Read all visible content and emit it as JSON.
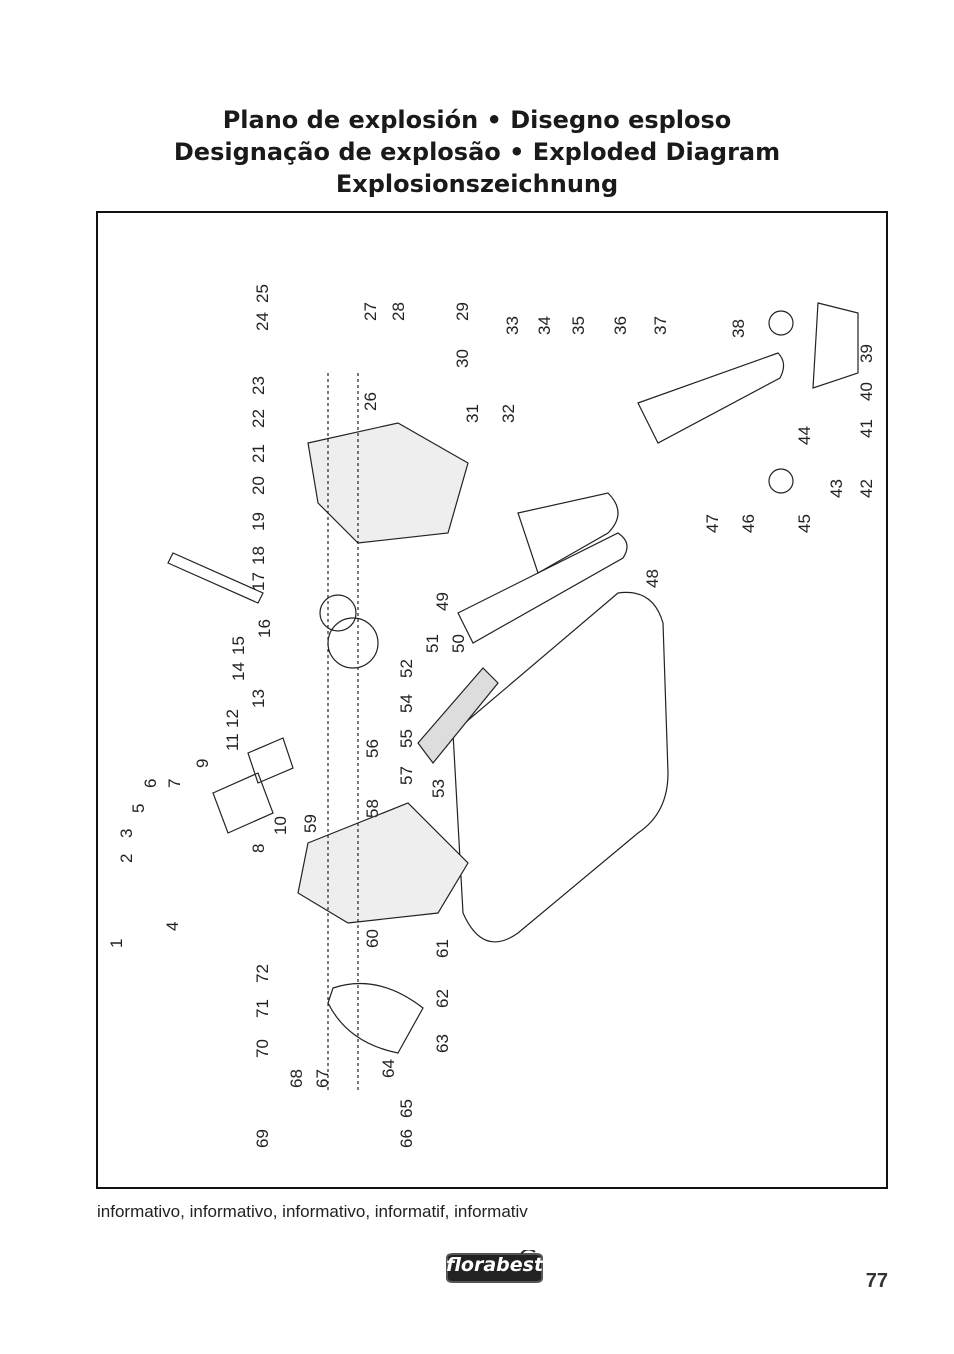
{
  "title_lines": [
    "Plano de explosión • Disegno esploso",
    "Designação de explosão • Exploded Diagram",
    "Explosionszeichnung"
  ],
  "caption": "informativo, informativo, informativo, informatif, informativ",
  "brand": "florabest",
  "page_number": "77",
  "callouts": [
    "1",
    "2",
    "3",
    "4",
    "5",
    "6",
    "7",
    "8",
    "9",
    "10",
    "11",
    "12",
    "13",
    "14",
    "15",
    "16",
    "17",
    "18",
    "19",
    "20",
    "21",
    "22",
    "23",
    "24",
    "25",
    "26",
    "27",
    "28",
    "29",
    "30",
    "31",
    "32",
    "33",
    "34",
    "35",
    "36",
    "37",
    "38",
    "39",
    "40",
    "41",
    "42",
    "43",
    "44",
    "45",
    "46",
    "47",
    "48",
    "49",
    "50",
    "51",
    "52",
    "53",
    "54",
    "55",
    "56",
    "57",
    "58",
    "59",
    "60",
    "61",
    "62",
    "63",
    "64",
    "65",
    "66",
    "67",
    "68",
    "69",
    "70",
    "71",
    "72"
  ]
}
